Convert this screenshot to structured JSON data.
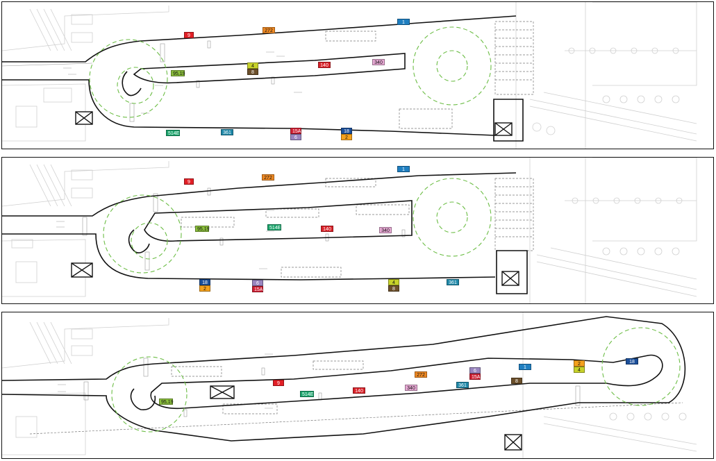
{
  "colors": {
    "route_9": "#e21f26",
    "route_272": "#f08a24",
    "route_1": "#1f7fc1",
    "route_4": "#c7d22a",
    "route_8": "#6b4f2a",
    "route_140": "#d92128",
    "route_340": "#e7a9d4",
    "route_95_19": "#8bbf3c",
    "route_514E": "#1aa36b",
    "route_361": "#1f88a8",
    "route_15A": "#cf1f33",
    "route_6": "#9a86c0",
    "route_18": "#1b4f9a",
    "route_2": "#f4a11d",
    "platform_outline": "#111111",
    "turning_circle": "#5cb53a",
    "background_lines": "#c9c9c9"
  },
  "panels": [
    {
      "id": "existing",
      "labels": {
        "r9": "9",
        "r272": "272",
        "r1": "1",
        "r4": "4",
        "r8": "8",
        "r140": "140",
        "r340": "340",
        "r95_19": "95,19",
        "r514E": "514E",
        "r361": "361",
        "r15A": "15A",
        "r6": "6",
        "r18": "18",
        "r2": "2"
      }
    },
    {
      "id": "option-a",
      "labels": {
        "r9": "9",
        "r272": "272",
        "r1": "1",
        "r95_19": "95,19",
        "r514E": "514E",
        "r140": "140",
        "r340": "340",
        "r18": "18",
        "r2": "2",
        "r6": "6",
        "r15A": "15A",
        "r4": "4",
        "r8": "8",
        "r361": "361"
      }
    },
    {
      "id": "option-b",
      "labels": {
        "r9": "9",
        "r272": "272",
        "r6": "6",
        "r15A": "15A",
        "r1": "1",
        "r2": "2",
        "r4": "4",
        "r18": "18",
        "r8": "8",
        "r361": "361",
        "r140": "140",
        "r340": "340",
        "r514E": "514E",
        "r95_19": "95,19"
      }
    }
  ]
}
